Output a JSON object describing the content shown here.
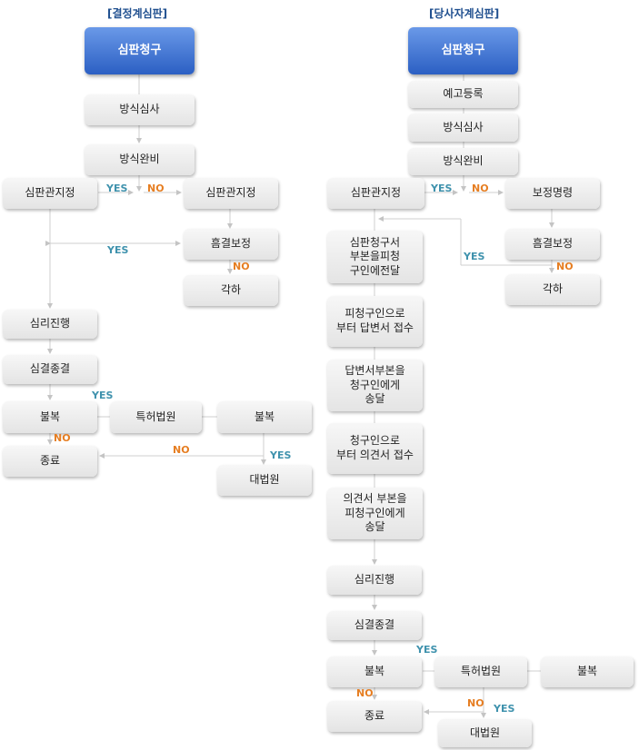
{
  "left": {
    "title": "[결정계심판]",
    "start": "심판청구",
    "check": "방식심사",
    "complete": "방식완비",
    "assign_left": "심판관지정",
    "assign_right": "심판관지정",
    "defect_review": "흠결보정",
    "dismiss": "각하",
    "proceed": "심리진행",
    "conclude": "심결종결",
    "appeal": "불복",
    "patent_court": "특허법원",
    "appeal2": "불복",
    "end": "종료",
    "supreme_court": "대법원"
  },
  "right": {
    "title": "[당사자계심판]",
    "start": "심판청구",
    "pre_register": "예고등록",
    "check": "방식심사",
    "complete": "방식완비",
    "assign": "심판관지정",
    "correction_order": "보정명령",
    "defect_review": "흠결보정",
    "dismiss": "각하",
    "step1": "심판청구서\n부본을피청\n구인에전달",
    "step2": "피청구인으로\n부터 답변서 접수",
    "step3": "답변서부본을\n청구인에게\n송달",
    "step4": "청구인으로\n부터 의견서 접수",
    "step5": "의견서 부본을\n피청구인에게\n송달",
    "proceed": "심리진행",
    "conclude": "심결종결",
    "appeal": "불복",
    "patent_court": "특허법원",
    "appeal2": "불복",
    "end": "종료",
    "supreme_court": "대법원"
  },
  "labels": {
    "yes": "YES",
    "no": "NO"
  }
}
